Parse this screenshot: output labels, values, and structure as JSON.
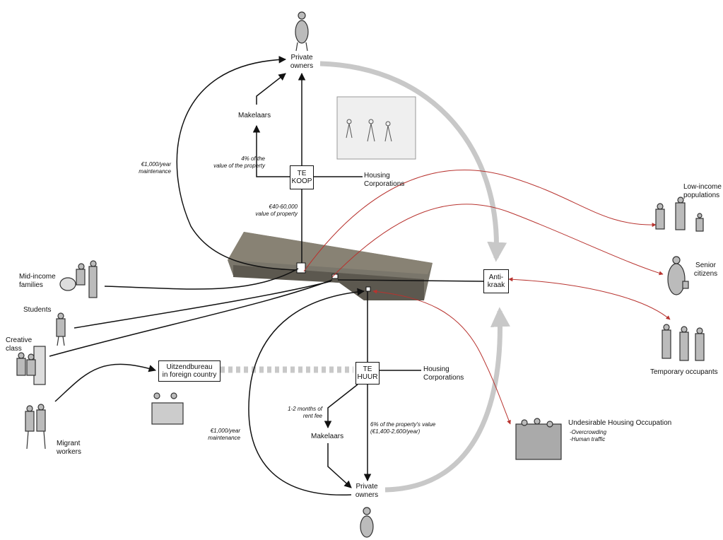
{
  "labels": {
    "private_owners_top": "Private\nowners",
    "private_owners_bottom": "Private\nowners",
    "makelaars_top": "Makelaars",
    "makelaars_bottom": "Makelaars",
    "housing_corporations_top": "Housing\nCorporations",
    "housing_corporations_bottom": "Housing\nCorporations",
    "mid_income_families": "Mid-income\nfamilies",
    "students": "Students",
    "creative_class": "Creative\nclass",
    "migrant_workers": "Migrant\nworkers",
    "low_income_populations": "Low-income\npopulations",
    "senior_citizens": "Senior\ncitizens",
    "temporary_occupants": "Temporary occupants",
    "undesirable_title": "Undesirable Housing Occupation"
  },
  "boxes": {
    "te_koop": "TE\nKOOP",
    "te_huur": "TE\nHUUR",
    "anti_kraak": "Anti-\nkraak",
    "uitzendbureau": "Uitzendbureau\nin foreign country"
  },
  "notes": {
    "maintenance_top": "€1,000/year\nmaintenance",
    "maintenance_bottom": "€1,000/year\nmaintenance",
    "four_percent": "4% of the\nvalue of the property",
    "value_property": "€40-60,000\nvalue of property",
    "rent_fee": "1-2 months of\nrent fee",
    "six_percent": "6% of the property's value\n(€1,400-2,600/year)",
    "undesirable_items": "-Overcrowding\n-Human traffic"
  },
  "colors": {
    "line": "#111111",
    "red": "#b8332f",
    "gray_flow": "#c8c8c8",
    "building": "#6e6a60"
  }
}
